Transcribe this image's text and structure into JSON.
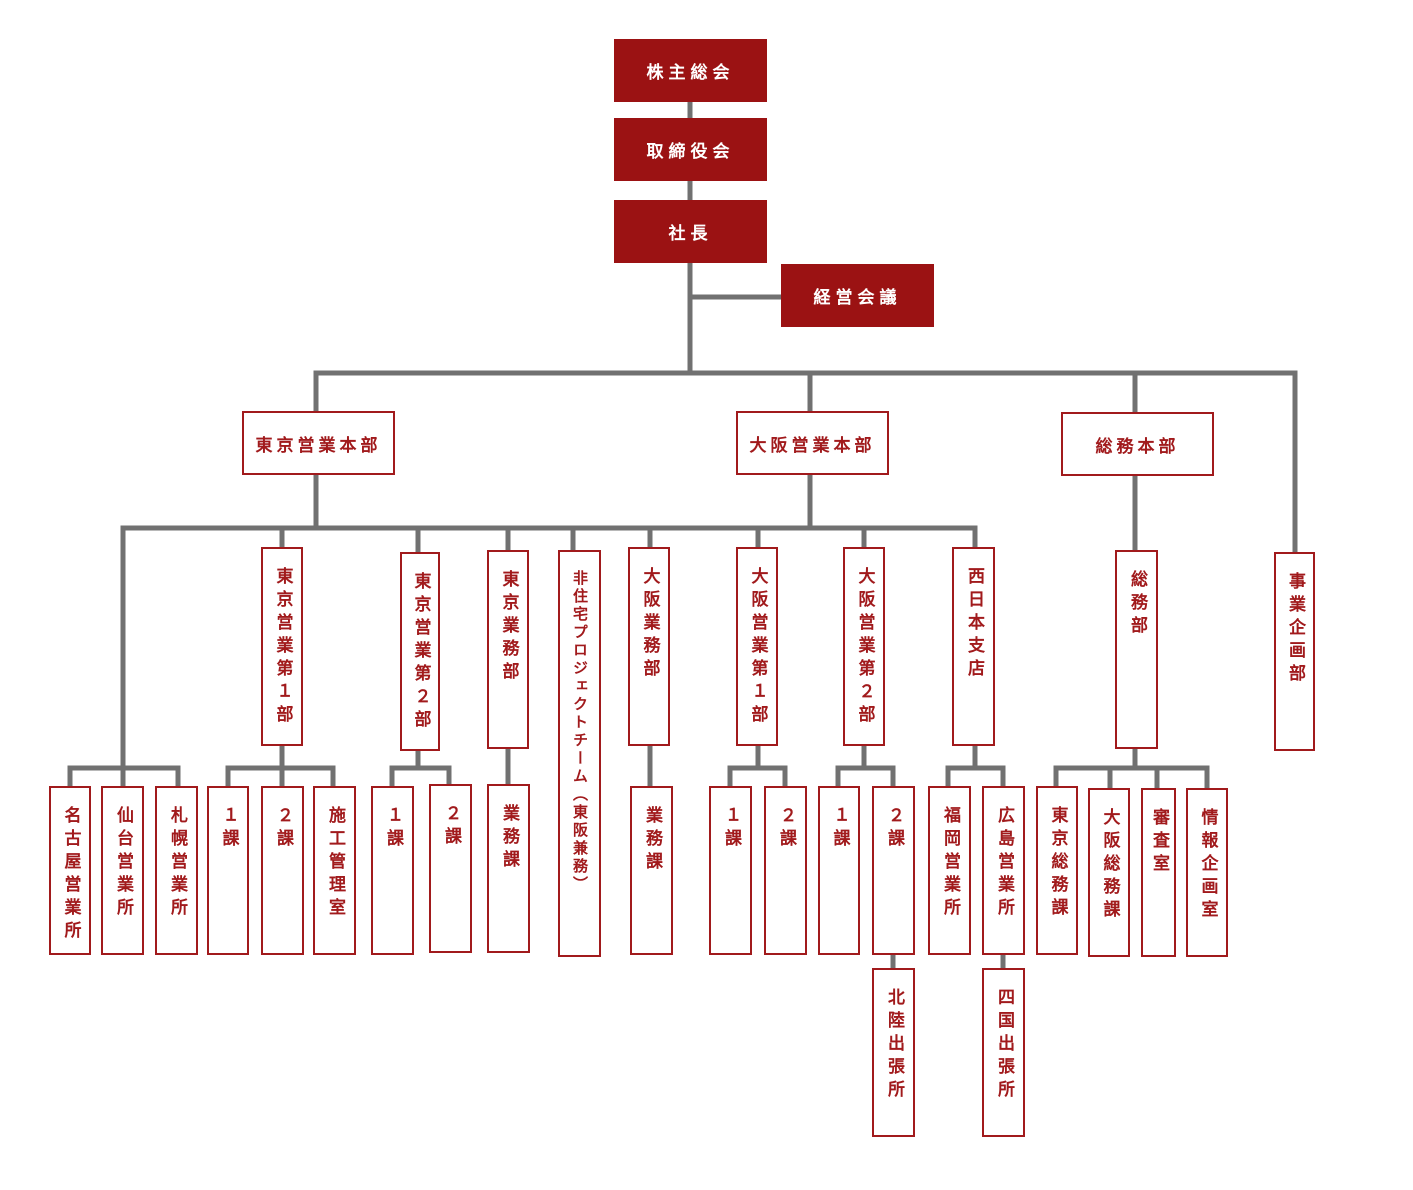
{
  "top": {
    "shareholders": "株主総会",
    "board": "取締役会",
    "president": "社長",
    "management_meeting": "経営会議"
  },
  "divisions": {
    "tokyo": "東京営業本部",
    "osaka": "大阪営業本部",
    "general_affairs": "総務本部",
    "business_planning": "事業企画部"
  },
  "departments": {
    "tokyo_sales_1": "東京営業第１部",
    "tokyo_sales_2": "東京営業第２部",
    "tokyo_operations": "東京業務部",
    "non_residential_project": "非住宅プロジェクトチーム（東阪兼務）",
    "osaka_operations": "大阪業務部",
    "osaka_sales_1": "大阪営業第１部",
    "osaka_sales_2": "大阪営業第２部",
    "west_japan_branch": "西日本支店",
    "general_affairs_dept": "総務部"
  },
  "units": {
    "nagoya": "名古屋営業所",
    "sendai": "仙台営業所",
    "sapporo": "札幌営業所",
    "t1_sec1": "１課",
    "t1_sec2": "２課",
    "construction_mgmt": "施工管理室",
    "t2_sec1": "１課",
    "t2_sec2": "２課",
    "tokyo_ops_sec": "業務課",
    "osaka_ops_sec": "業務課",
    "o1_sec1": "１課",
    "o1_sec2": "２課",
    "o2_sec1": "１課",
    "o2_sec2": "２課",
    "fukuoka": "福岡営業所",
    "hiroshima": "広島営業所",
    "tokyo_ga": "東京総務課",
    "osaka_ga": "大阪総務課",
    "audit": "審査室",
    "info_planning": "情報企画室",
    "hokuriku": "北陸出張所",
    "shikoku": "四国出張所"
  },
  "colors": {
    "box_fill": "#9b1213",
    "box_border": "#a11a1c",
    "connector": "#717171"
  }
}
